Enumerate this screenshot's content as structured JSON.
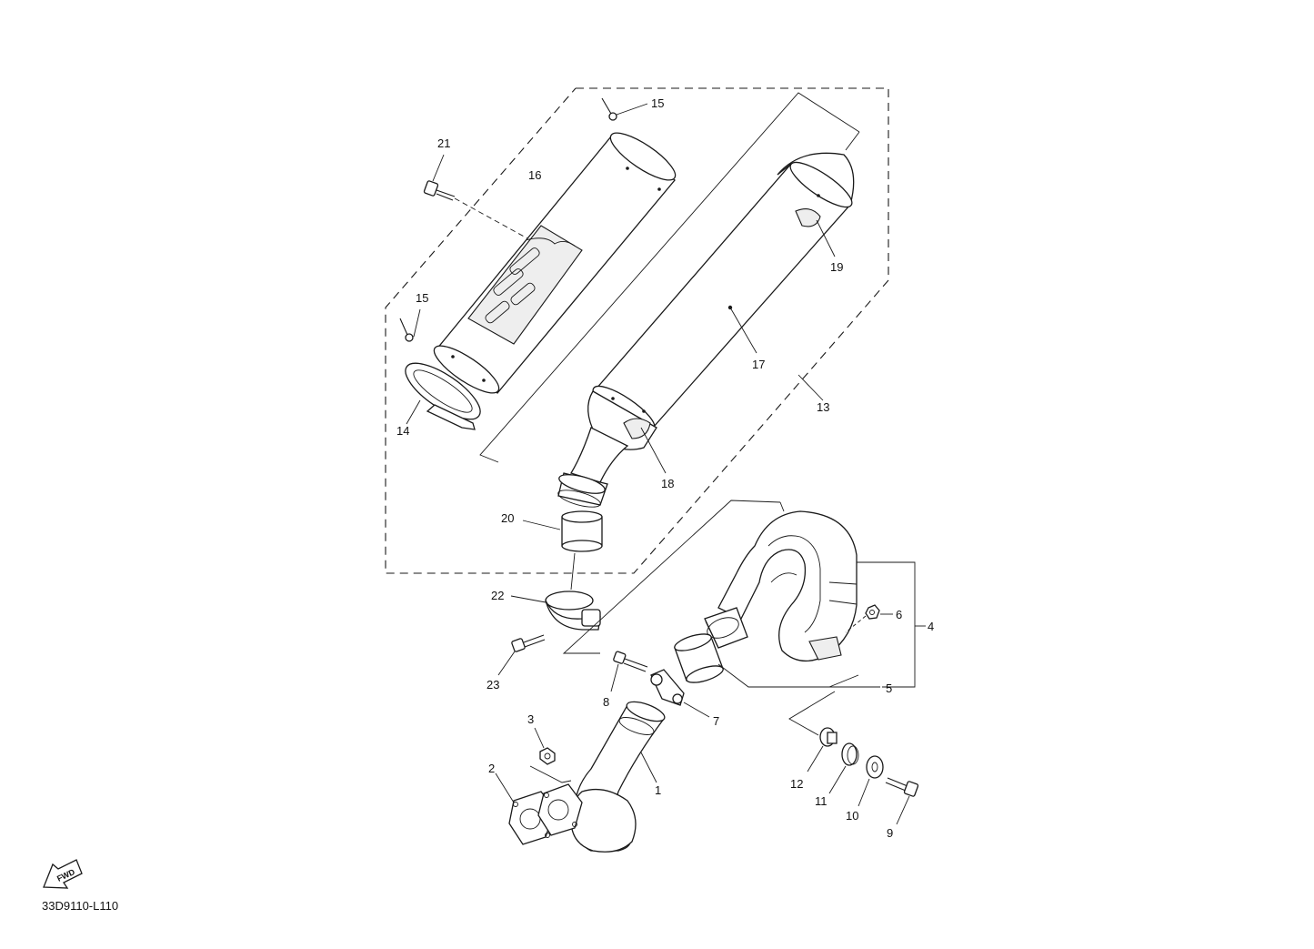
{
  "diagram": {
    "code": "33D9110-L110",
    "fwd_label": "FWD",
    "callouts": {
      "c1": "1",
      "c2": "2",
      "c3": "3",
      "c4": "4",
      "c5": "5",
      "c6": "6",
      "c7": "7",
      "c8": "8",
      "c9": "9",
      "c10": "10",
      "c11": "11",
      "c12": "12",
      "c13": "13",
      "c14": "14",
      "c15a": "15",
      "c15b": "15",
      "c16": "16",
      "c17": "17",
      "c18": "18",
      "c19": "19",
      "c20": "20",
      "c21": "21",
      "c22": "22",
      "c23": "23"
    }
  }
}
